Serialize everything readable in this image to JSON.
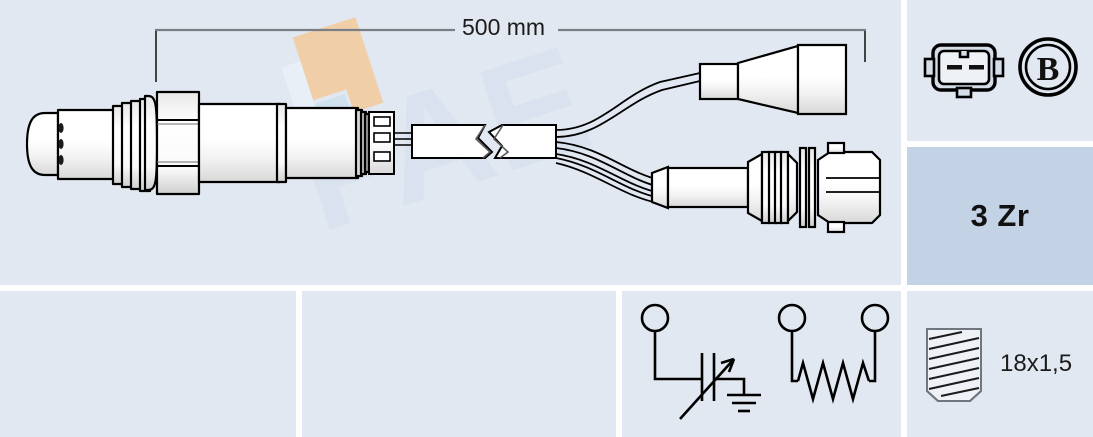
{
  "product": {
    "type": "oxygen-lambda-sensor",
    "dimension_label": "500 mm",
    "sensor_code": "3 Zr",
    "thread_spec": "18x1,5",
    "connector_marking": "B"
  },
  "panels": {
    "main": {
      "name": "product-illustration"
    },
    "connector": {
      "name": "connector-type-panel"
    },
    "code": {
      "name": "sensor-code-panel",
      "value": "3 Zr"
    },
    "blank_left": {
      "name": "blank-panel-left"
    },
    "blank_mid": {
      "name": "blank-panel-middle"
    },
    "schematic": {
      "name": "wiring-schematic-panel"
    },
    "thread": {
      "name": "thread-spec-panel",
      "value": "18x1,5"
    }
  },
  "icons": {
    "connector_plug": "two-pin-rectangular-connector-icon",
    "connector_code": "circular-b-marking-icon",
    "thread_bolt": "threaded-bolt-icon",
    "sensor_element": "variable-sensor-ground-symbol",
    "heater": "heater-resistor-symbol"
  },
  "colors": {
    "panel_background": "#e2e8f1",
    "code_panel_background": "#c3d3e5",
    "page_background": "#ffffff",
    "line": "#000000",
    "dimension_line": "#7a7f86",
    "watermark_orange": "#f0cfa8",
    "watermark_blue": "#cfe0ee",
    "text": "#1b1b1b"
  },
  "schematic": {
    "left_symbol_name": "sensing-element-with-ground",
    "right_symbol_name": "heater-element-resistor",
    "terminal_count": 3
  }
}
